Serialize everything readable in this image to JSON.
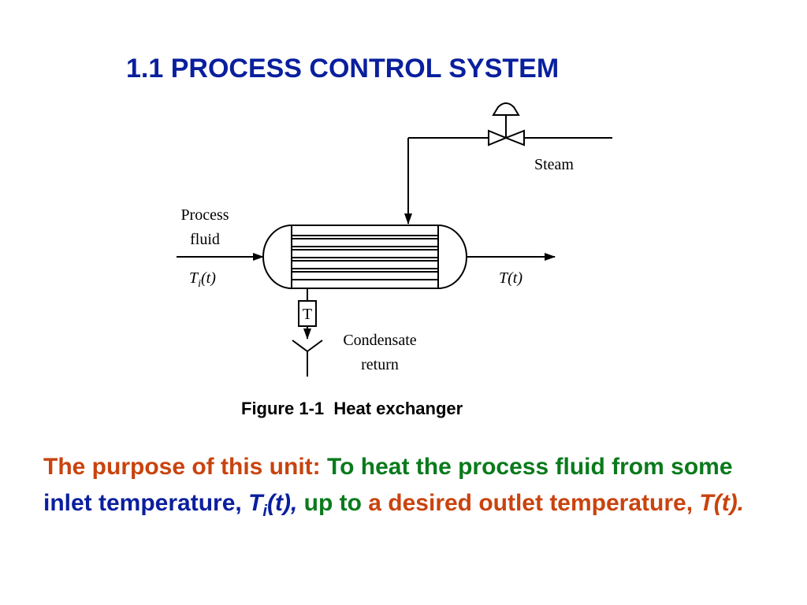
{
  "title": "1.1 PROCESS CONTROL SYSTEM",
  "diagram": {
    "steam_label": "Steam",
    "process_label_line1": "Process",
    "process_label_line2": "fluid",
    "inlet_temp_symbol": "T",
    "inlet_temp_subscript": "i",
    "inlet_temp_arg": "(t)",
    "outlet_temp_label": "T(t)",
    "trap_label": "T",
    "condensate_line1": "Condensate",
    "condensate_line2": "return"
  },
  "caption": "Figure 1-1  Heat exchanger",
  "purpose": {
    "part1": "The purpose of this unit: ",
    "part2": "To heat the process fluid from some ",
    "part3": "inlet temperature, ",
    "part4_symbol": "T",
    "part4_subscript": "i",
    "part4_arg": "(t),",
    "part5": " up to ",
    "part6": "a desired outlet temperature, ",
    "part7": "T(t)."
  },
  "colors": {
    "title": "#0a1f9e",
    "orange": "#c9430e",
    "green": "#0a7a1c",
    "blue": "#0a1f9e"
  }
}
